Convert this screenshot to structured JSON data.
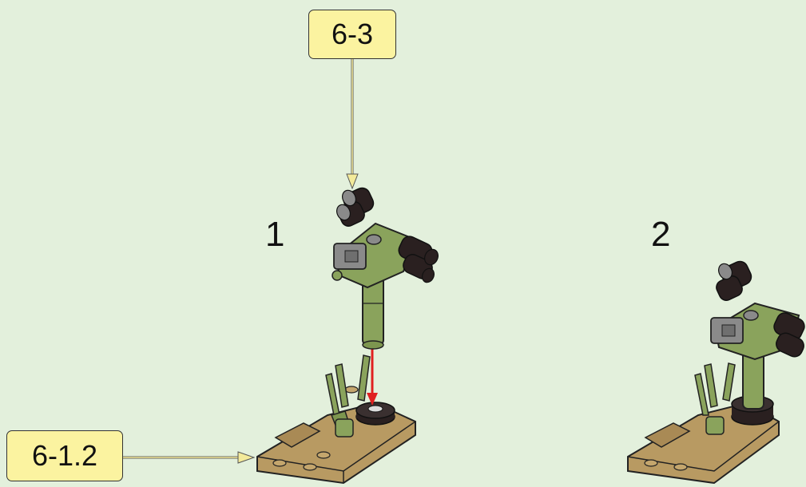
{
  "callouts": {
    "top": "6-3",
    "left": "6-1.2"
  },
  "steps": {
    "first": "1",
    "second": "2"
  },
  "colors": {
    "background": "#e3f0dc",
    "callout_fill": "#fbf3a0",
    "brick_green": "#8aa35c",
    "brick_tan": "#b89a62",
    "brick_gray": "#8a8a8a",
    "brick_black": "#2a2020",
    "arrow_red": "#e02020"
  }
}
